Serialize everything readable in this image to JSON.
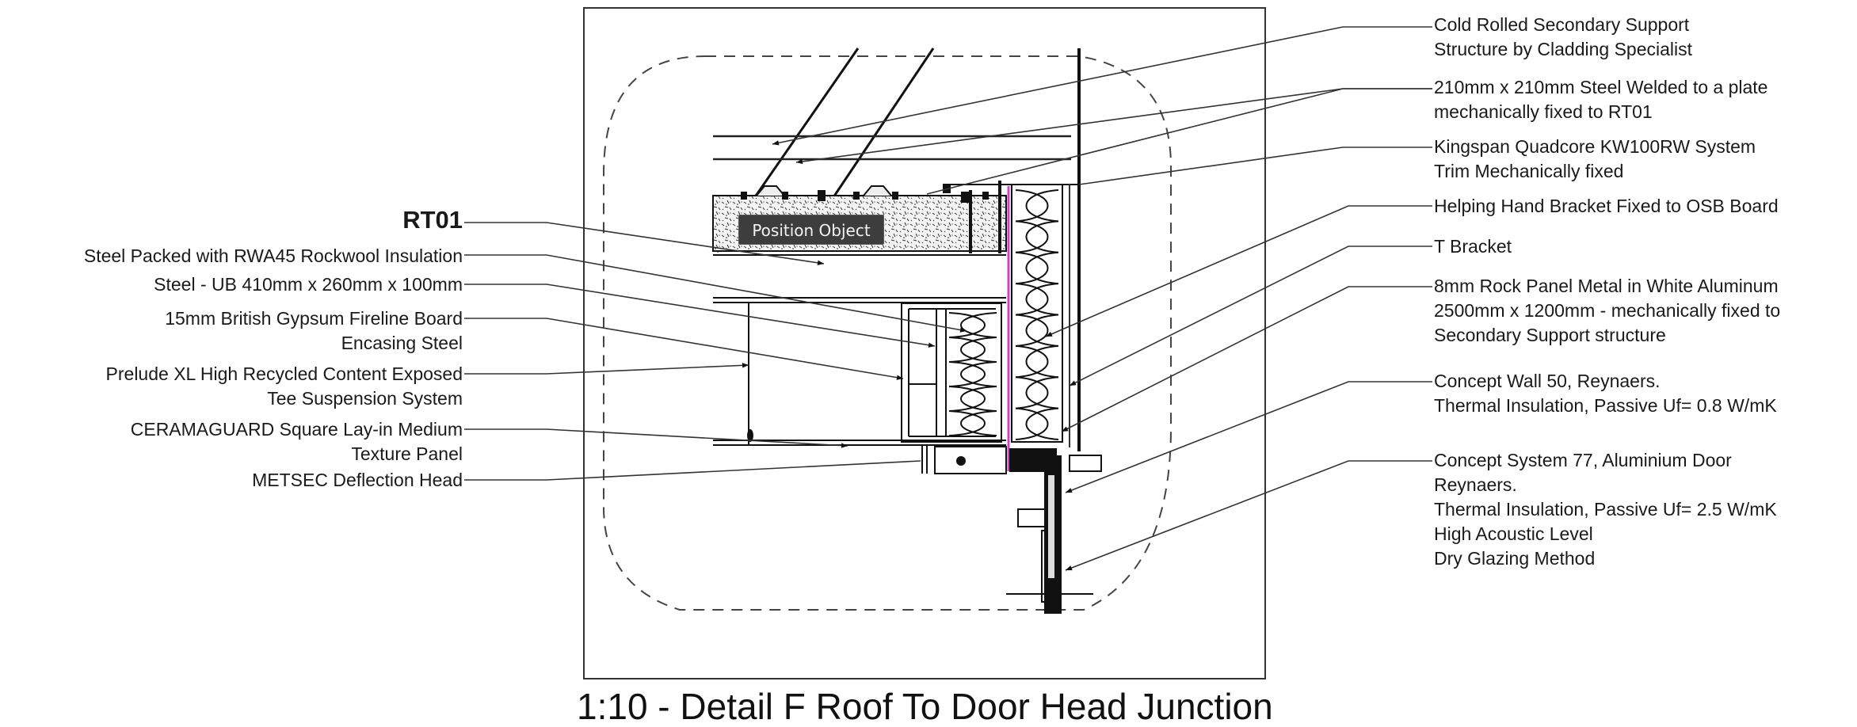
{
  "drawing": {
    "title": "1:10 - Detail F Roof To Door Head Junction",
    "tooltip": "Position Object",
    "accent_color": "#cc44cc",
    "left_labels": [
      {
        "id": "rt01",
        "lines": [
          "RT01"
        ],
        "bold": true
      },
      {
        "id": "steel-packed",
        "lines": [
          "Steel Packed with RWA45 Rockwool Insulation"
        ]
      },
      {
        "id": "steel-ub",
        "lines": [
          "Steel - UB 410mm x 260mm x 100mm"
        ]
      },
      {
        "id": "gypsum-board",
        "lines": [
          "15mm British Gypsum Fireline Board",
          "Encasing Steel"
        ]
      },
      {
        "id": "prelude-xl",
        "lines": [
          "Prelude XL High Recycled Content Exposed",
          "Tee Suspension System"
        ]
      },
      {
        "id": "ceramaguard",
        "lines": [
          "CERAMAGUARD Square Lay-in Medium",
          "Texture Panel"
        ]
      },
      {
        "id": "metsec",
        "lines": [
          "METSEC Deflection Head"
        ]
      }
    ],
    "right_labels": [
      {
        "id": "cold-rolled",
        "lines": [
          "Cold Rolled Secondary Support",
          "Structure by Cladding Specialist"
        ]
      },
      {
        "id": "steel-welded",
        "lines": [
          "210mm x 210mm Steel Welded to a plate",
          "mechanically fixed to RT01"
        ]
      },
      {
        "id": "kingspan",
        "lines": [
          "Kingspan Quadcore KW100RW System",
          "Trim Mechanically fixed"
        ]
      },
      {
        "id": "helping-hand",
        "lines": [
          "Helping Hand Bracket Fixed to OSB Board"
        ]
      },
      {
        "id": "t-bracket",
        "lines": [
          "T Bracket"
        ]
      },
      {
        "id": "rock-panel",
        "lines": [
          "8mm Rock Panel Metal in White Aluminum",
          "2500mm x 1200mm - mechanically fixed to",
          "Secondary Support structure"
        ]
      },
      {
        "id": "concept-wall",
        "lines": [
          "Concept Wall 50, Reynaers.",
          "Thermal Insulation, Passive Uf= 0.8 W/mK"
        ]
      },
      {
        "id": "concept-system",
        "lines": [
          "Concept System 77, Aluminium Door",
          "Reynaers.",
          "Thermal Insulation, Passive Uf= 2.5 W/mK",
          "High Acoustic Level",
          "Dry Glazing Method"
        ]
      }
    ]
  }
}
